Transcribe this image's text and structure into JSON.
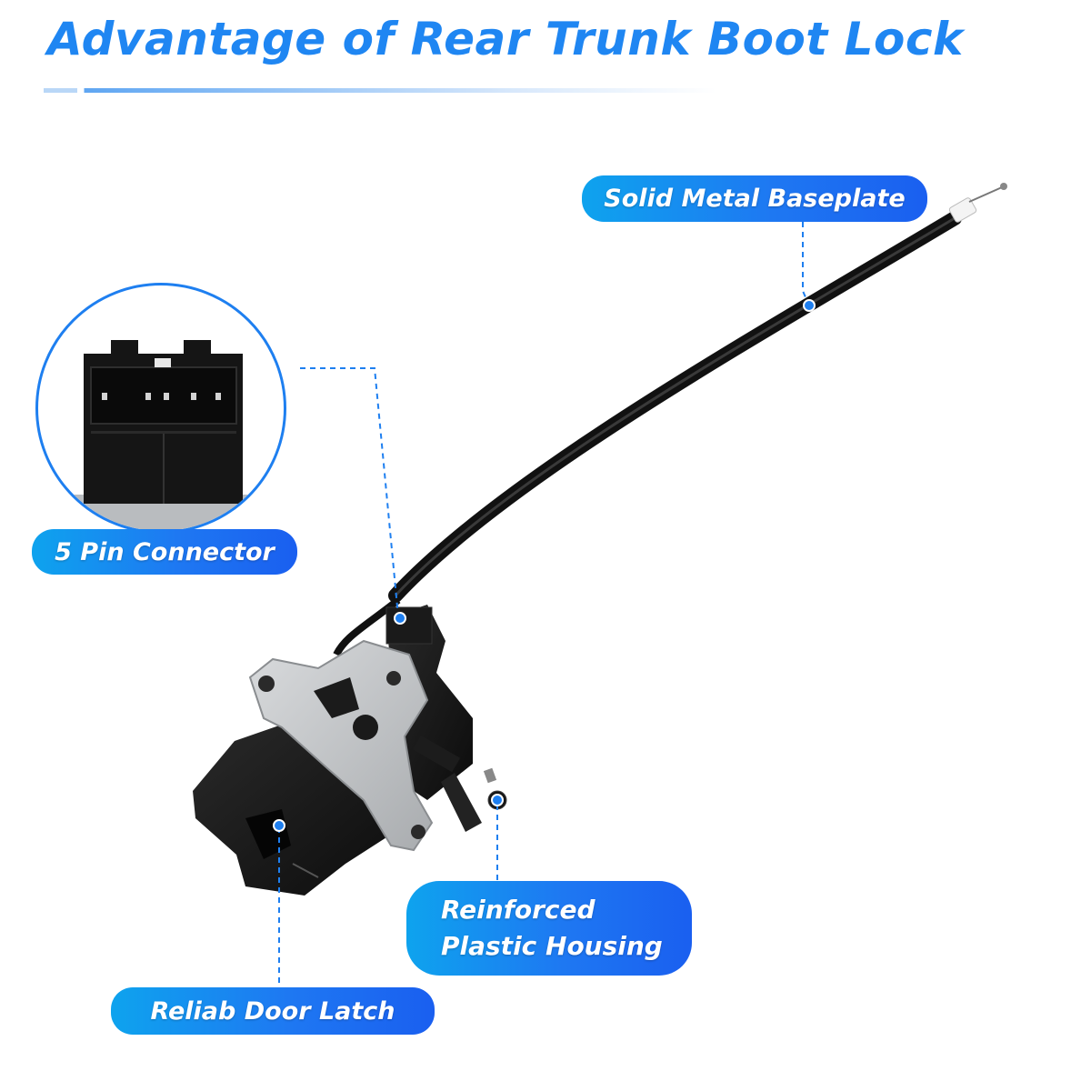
{
  "header": {
    "title": "Advantage of Rear Trunk Boot Lock"
  },
  "callouts": {
    "solid_metal_baseplate": "Solid Metal Baseplate",
    "five_pin_connector": "5 Pin Connector",
    "reinforced_housing_line1": "Reinforced",
    "reinforced_housing_line2": "Plastic Housing",
    "reliable_door_latch": "Reliab Door Latch"
  },
  "colors": {
    "accent": "#1f86f2",
    "pill_start": "#0ea3ee",
    "pill_end": "#1a5ff0",
    "product_body": "#151515",
    "baseplate": "#c9cbcd"
  },
  "icons": {
    "callout_dot": "blue-dot-marker"
  }
}
